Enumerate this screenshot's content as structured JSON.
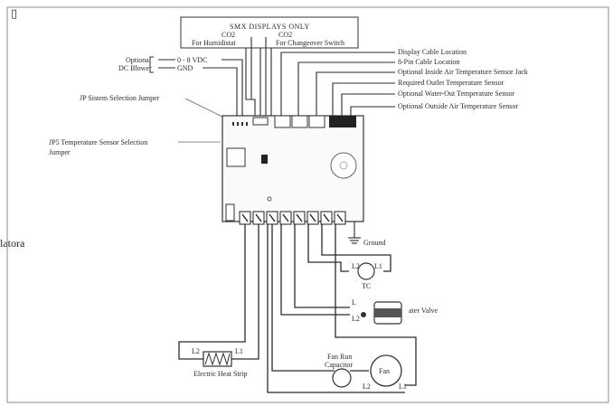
{
  "page": {
    "corner_glyph": "▯",
    "side_label": "latora"
  },
  "diagram": {
    "header": {
      "title": "SMX DISPLAYS ONLY",
      "co2_left": "CO2",
      "co2_right": "CO2",
      "humidistat": "For Humidistat",
      "changeover": "For Changeover Switch"
    },
    "blower": {
      "optional": "Optional",
      "dc_blower": "DC Blower",
      "vdc": "0 - 8 VDC",
      "gnd": "GND"
    },
    "labels": {
      "jp_jumper": "JP Sistem Selection Jumper",
      "jp5_line1": "JP5 Temperature Sensor Selection",
      "jp5_line2": "Jumper",
      "display_cable": "Display Cable Location",
      "pin_cable": "8-Pin Cable Location",
      "inside_air": "Optional Inside Air Temperature Sensor Jack",
      "required_outlet": "Required Outlet Temperature Sensor",
      "water_out": "Optional Water-Out Temperature Sensor",
      "outside_air": "Optional Outside Air Temperature Sensor",
      "ground": "Ground",
      "l2_tc": "L2",
      "l1_tc": "L1",
      "tc": "TC",
      "valve_l": "L",
      "valve_l2": "L2",
      "water_valve": "ater Valve",
      "heat_l2": "L2",
      "heat_l1": "L1",
      "heat_strip": "Electric Heat Strip",
      "fan_run_1": "Fan Run",
      "fan_run_2": "Capacitor",
      "fan": "Fan",
      "fan_l2": "L2",
      "fan_l1": "L1"
    },
    "colors": {
      "line": "#2b2b2b",
      "frame": "#9a9a9a"
    }
  }
}
